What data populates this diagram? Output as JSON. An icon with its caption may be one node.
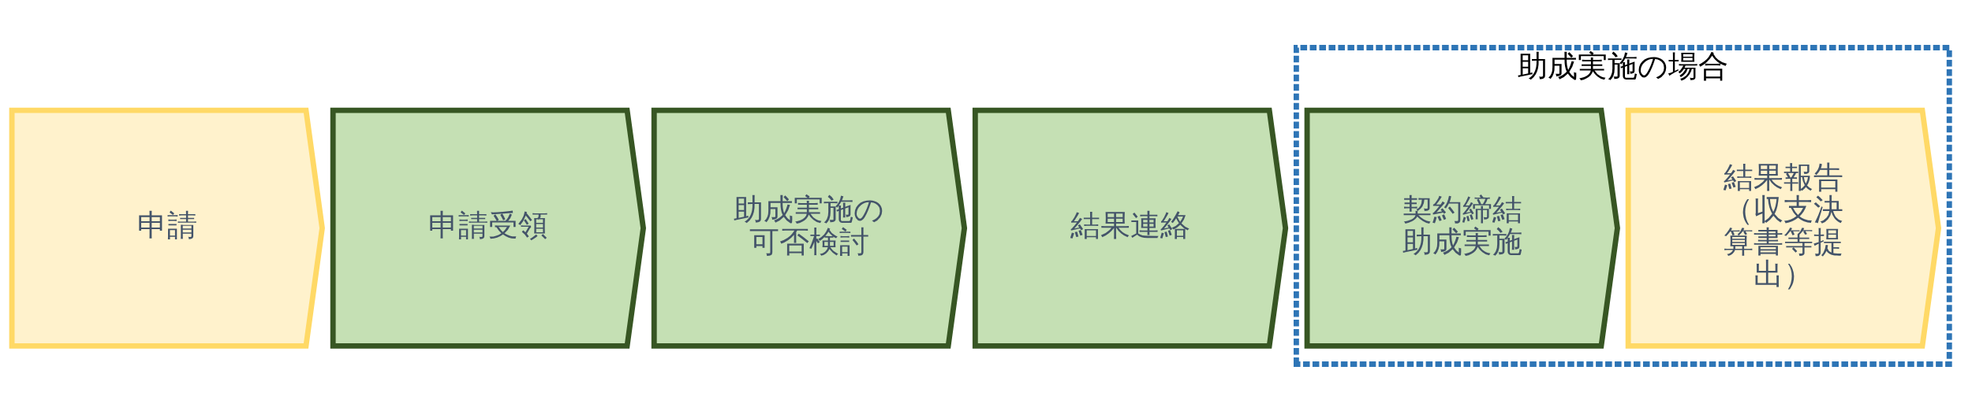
{
  "diagram": {
    "nodes": [
      {
        "text": [
          "申請"
        ]
      },
      {
        "text": [
          "申請受領"
        ]
      },
      {
        "text": [
          "助成実施の可否検討"
        ]
      },
      {
        "text": [
          "結果連絡"
        ]
      },
      {
        "text": [
          "助成実施の場合"
        ]
      },
      {
        "text": [
          "契約締結",
          "助成実施"
        ],
        "in": 4
      },
      {
        "text": [
          "結果報告（収支決算書等提出）"
        ],
        "in": 4
      }
    ]
  }
}
